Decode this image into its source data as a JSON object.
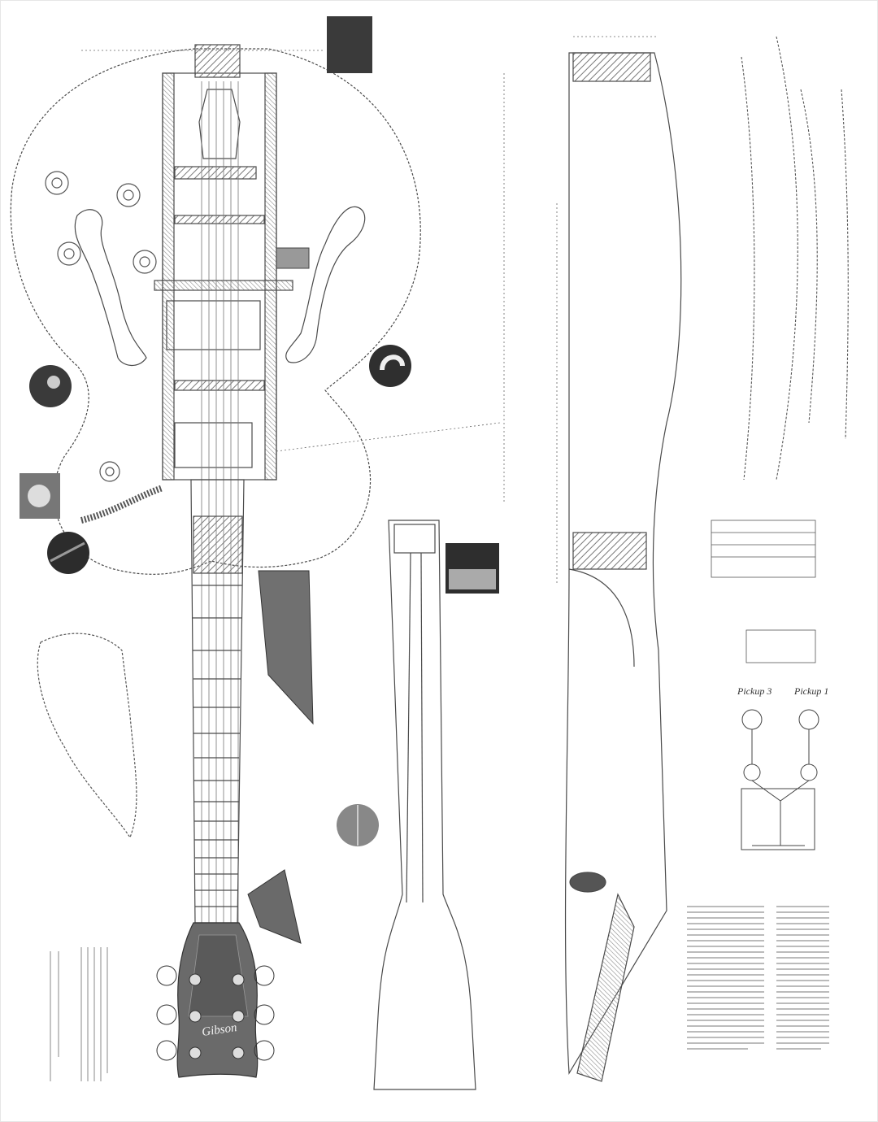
{
  "brand": {
    "headstock_script": "Gibson",
    "logo_script": "Gibson"
  },
  "wiring": {
    "pickup_left_label": "Pickup 3",
    "pickup_right_label": "Pickup 1"
  },
  "colors": {
    "line": "#4a4a4a",
    "hatch": "#8a8a8a",
    "photo_dark": "#2a2a2a",
    "fretboard": "#5a5a5a",
    "paper": "#ffffff"
  }
}
